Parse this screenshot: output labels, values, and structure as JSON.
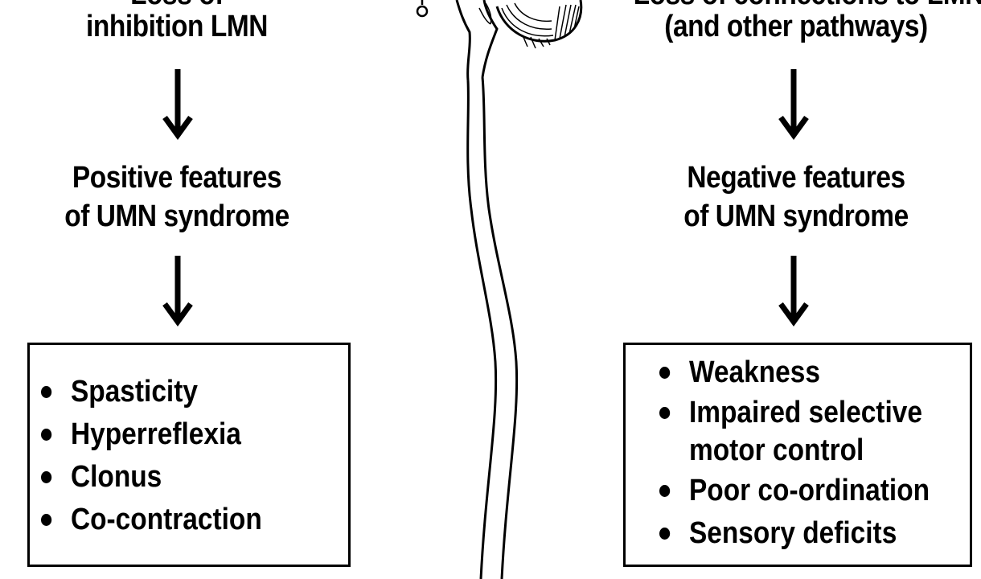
{
  "left": {
    "heading_partial_top": "Loss of",
    "heading_line2": "inhibition LMN",
    "features_line1": "Positive features",
    "features_line2": "of UMN syndrome",
    "items": [
      "Spasticity",
      "Hyperreflexia",
      "Clonus",
      "Co-contraction"
    ]
  },
  "right": {
    "heading_partial_top": "Loss of connections to LMN",
    "heading_line2": "(and other pathways)",
    "features_line1": "Negative features",
    "features_line2": "of UMN syndrome",
    "items": [
      {
        "text": "Weakness"
      },
      {
        "text": "Impaired selective",
        "continuation": "motor control"
      },
      {
        "text": "Poor co-ordination"
      },
      {
        "text": "Sensory deficits"
      }
    ]
  },
  "colors": {
    "ink": "#000000",
    "background": "#ffffff"
  }
}
